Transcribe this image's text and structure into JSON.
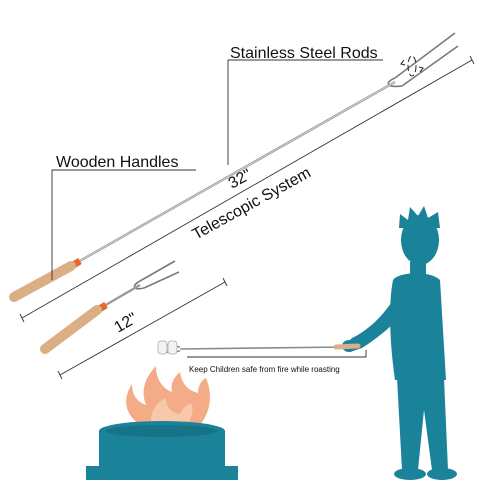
{
  "labels": {
    "stainless_steel_rods": "Stainless Steel Rods",
    "wooden_handles": "Wooden Handles",
    "length_long": "32\"",
    "telescopic_system": "Telescopic System",
    "length_short": "12\"",
    "safety_note": "Keep Children safe from fire while roasting"
  },
  "colors": {
    "silhouette": "#1a8399",
    "handle_wood": "#dcae86",
    "handle_ferrule": "#e56a2a",
    "flame": "#f4ab87",
    "rod": "#8a8a8a",
    "line": "#333333"
  },
  "icons": [
    "rotate-arrows-icon",
    "marshmallow-icon"
  ]
}
